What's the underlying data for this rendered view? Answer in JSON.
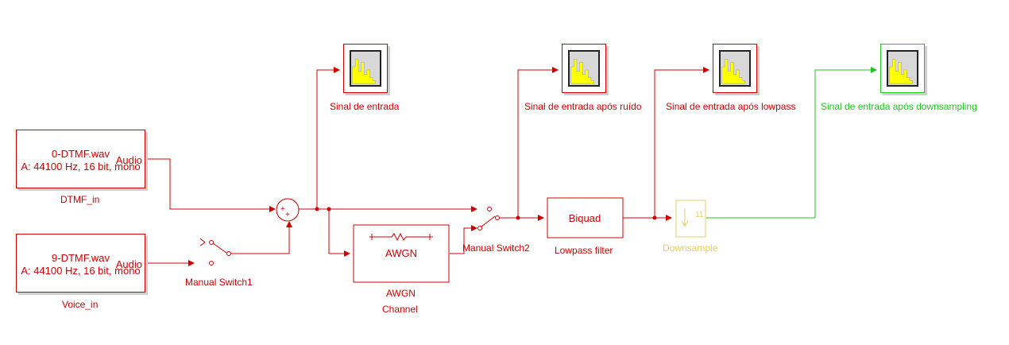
{
  "colors": {
    "block": "#d40000",
    "highlight": "#22c522",
    "downsample": "#e6cf63"
  },
  "blocks": {
    "dtmf_in": {
      "file": "0-DTMF.wav",
      "format": "A: 44100 Hz, 16 bit, mono",
      "port": "Audio",
      "name": "DTMF_in"
    },
    "voice_in": {
      "file": "9-DTMF.wav",
      "format": "A: 44100 Hz, 16 bit, mono",
      "port": "Audio",
      "name": "Voice_in"
    },
    "switch1": {
      "name": "Manual Switch1"
    },
    "switch2": {
      "name": "Manual Switch2"
    },
    "sum": {
      "sign1": "+",
      "sign2": "+"
    },
    "awgn": {
      "text": "AWGN",
      "name_line1": "AWGN",
      "name_line2": "Channel"
    },
    "biquad": {
      "text": "Biquad",
      "name": "Lowpass filter"
    },
    "downsample": {
      "factor": "11",
      "name": "Downsample"
    },
    "scope1": {
      "name": "Sinal de entrada"
    },
    "scope2": {
      "name": "Sinal de entrada após ruído"
    },
    "scope3": {
      "name": "Sinal de entrada após lowpass"
    },
    "scope4": {
      "name": "Sinal de entrada após downsampling"
    }
  }
}
